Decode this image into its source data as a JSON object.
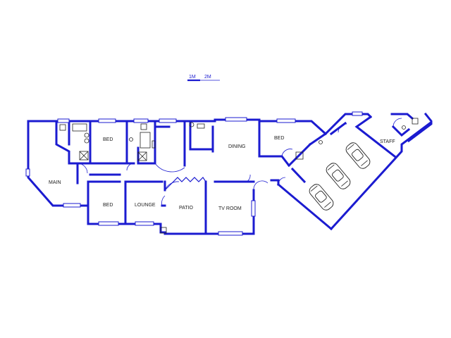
{
  "scale_bar": {
    "label_1": "1M",
    "label_2": "2M"
  },
  "rooms": {
    "main": "MAIN",
    "bed_top": "BED",
    "bed_lower": "BED",
    "bed_right": "BED",
    "lounge": "LOUNGE",
    "patio": "PATIO",
    "tv_room": "TV ROOM",
    "dining": "DINING",
    "staff": "STAFF"
  },
  "colors": {
    "wall": "#1b1bd0",
    "background": "#ffffff"
  }
}
